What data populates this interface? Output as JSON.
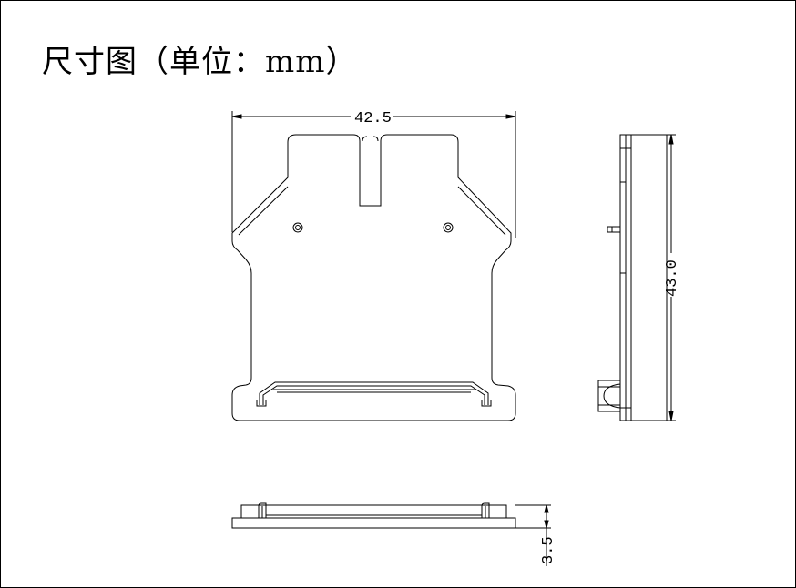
{
  "title": "尺寸图（单位：mm）",
  "dimensions": {
    "width": "42.5",
    "height": "43.0",
    "thickness": "3.5"
  },
  "colors": {
    "line": "#000000",
    "background": "#ffffff"
  }
}
